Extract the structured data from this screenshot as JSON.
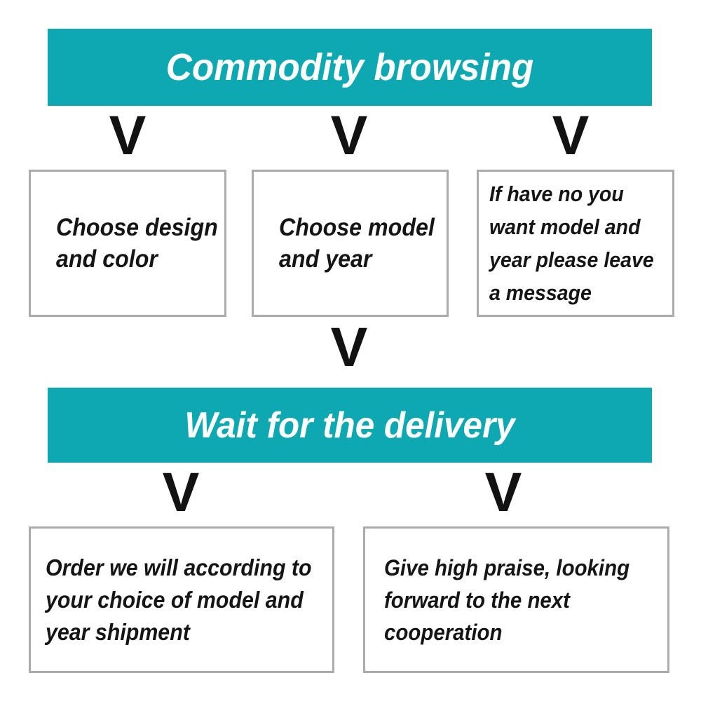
{
  "banners": {
    "top": {
      "label": "Commodity browsing"
    },
    "mid": {
      "label": "Wait for the delivery"
    }
  },
  "arrow": {
    "glyph": "V"
  },
  "row1": [
    {
      "lines": [
        "Choose design",
        "and color"
      ]
    },
    {
      "lines": [
        "Choose model",
        "and year"
      ]
    },
    {
      "lines": [
        "If have no you",
        "want model and",
        "year please leave",
        "a message"
      ]
    }
  ],
  "row2": [
    {
      "lines": [
        "Order we will according to",
        "your choice of model and",
        "year shipment"
      ]
    },
    {
      "lines": [
        "Give high praise, looking",
        "forward to the next",
        "cooperation"
      ]
    }
  ],
  "colors": {
    "banner_bg": "#0da8b1",
    "banner_text": "#ffffff",
    "box_border": "#ababab",
    "ink": "#151515"
  }
}
